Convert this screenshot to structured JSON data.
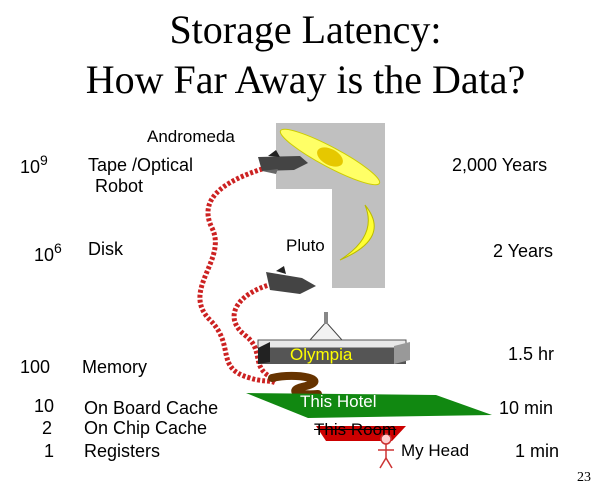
{
  "title": {
    "line1": "Storage Latency:",
    "line2": "How Far Away is the Data?"
  },
  "rows": [
    {
      "exponent_base": "10",
      "exponent": "9",
      "label": "Tape /Optical",
      "label2": "Robot",
      "analogy": "Andromeda",
      "time": "2,000 Years"
    },
    {
      "exponent_base": "10",
      "exponent": "6",
      "label": "Disk",
      "analogy": "Pluto",
      "time": "2 Years"
    },
    {
      "value": "100",
      "label": "Memory",
      "analogy": "Olympia",
      "time": "1.5 hr"
    },
    {
      "value": "10",
      "label": "On Board  Cache",
      "analogy": "This Hotel",
      "time": "10 min"
    },
    {
      "value": "2",
      "label": "On Chip Cache",
      "analogy": "This Room"
    },
    {
      "value": "1",
      "label": "Registers",
      "analogy": "My Head",
      "time": "1 min"
    }
  ],
  "page_number": "23",
  "colors": {
    "gray_panel": "#c0c0c0",
    "galaxy_yellow": "#ffff66",
    "moon_yellow": "#ffff33",
    "red_path": "#cc2222",
    "green_plane": "#118811",
    "building_dark": "#333333",
    "olympia_text": "#ffff00",
    "brown_path": "#663300",
    "room_red": "#cc0000"
  },
  "icons": [
    "galaxy-icon",
    "moon-icon",
    "space-shuttle-icon",
    "building-icon",
    "stick-figure-icon"
  ]
}
